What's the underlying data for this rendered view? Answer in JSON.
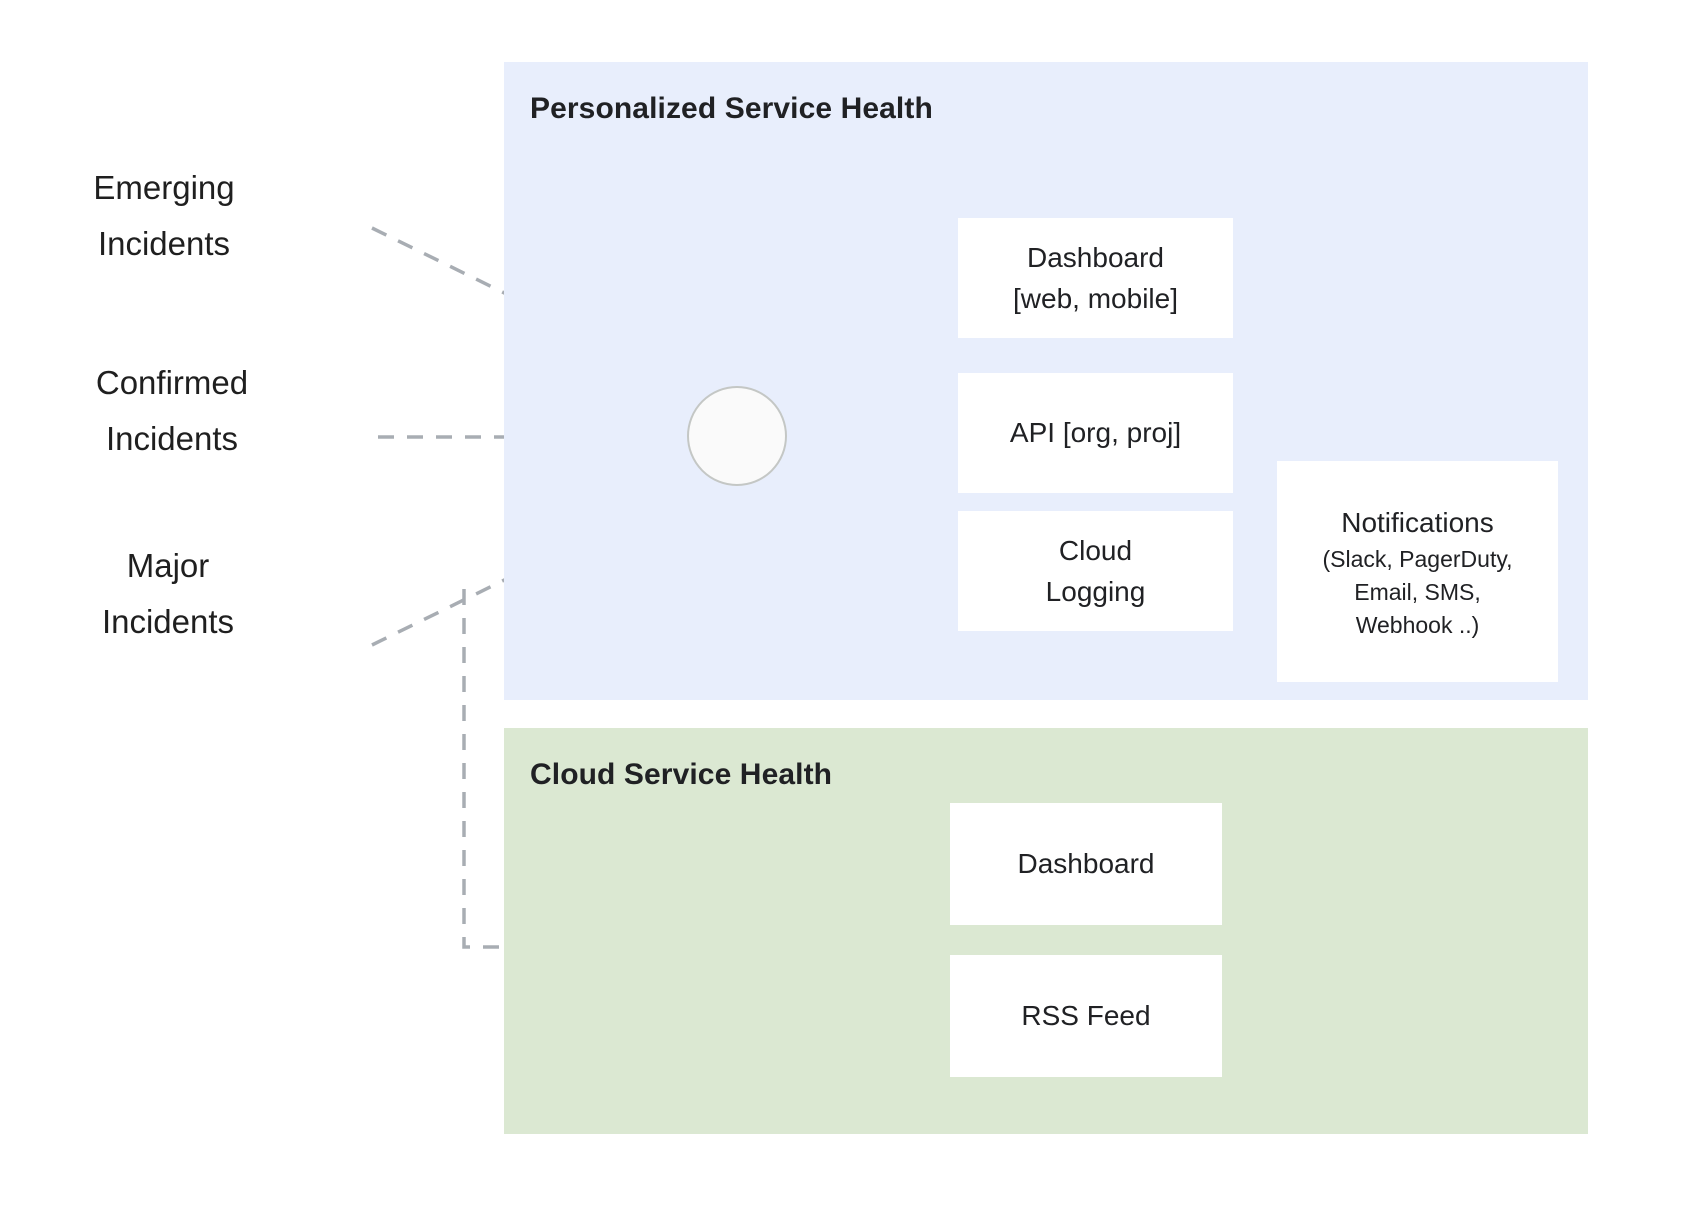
{
  "diagram": {
    "title_hidden": "",
    "sources": [
      {
        "id": "emerging",
        "line1": "Emerging",
        "line2": "Incidents"
      },
      {
        "id": "confirmed",
        "line1": "Confirmed",
        "line2": "Incidents"
      },
      {
        "id": "major",
        "line1": "Major",
        "line2": "Incidents"
      }
    ],
    "panels": [
      {
        "id": "personalized-service-health",
        "title": "Personalized Service Health",
        "color": "#e8eefc",
        "nodes": [
          {
            "id": "dashboard-web-mobile",
            "line1": "Dashboard",
            "line2": "[web, mobile]"
          },
          {
            "id": "api-org-proj",
            "line1": "API [org, proj]",
            "line2": ""
          },
          {
            "id": "cloud-logging",
            "line1": "Cloud",
            "line2": "Logging"
          },
          {
            "id": "notifications",
            "line1": "Notifications",
            "sub1": "(Slack, PagerDuty,",
            "sub2": "Email, SMS,",
            "sub3": "Webhook ..)"
          }
        ]
      },
      {
        "id": "cloud-service-health",
        "title": "Cloud Service Health",
        "color": "#dbe8d2",
        "nodes": [
          {
            "id": "dashboard",
            "line1": "Dashboard",
            "line2": ""
          },
          {
            "id": "rss-feed",
            "line1": "RSS Feed",
            "line2": ""
          }
        ]
      }
    ],
    "hub": {
      "id": "aggregation-hub",
      "label": ""
    },
    "edge_colors": {
      "dashed_connector": "#a8adb3",
      "solid_connector": "#5f6368",
      "light_connector": "#b5b9bd"
    }
  }
}
